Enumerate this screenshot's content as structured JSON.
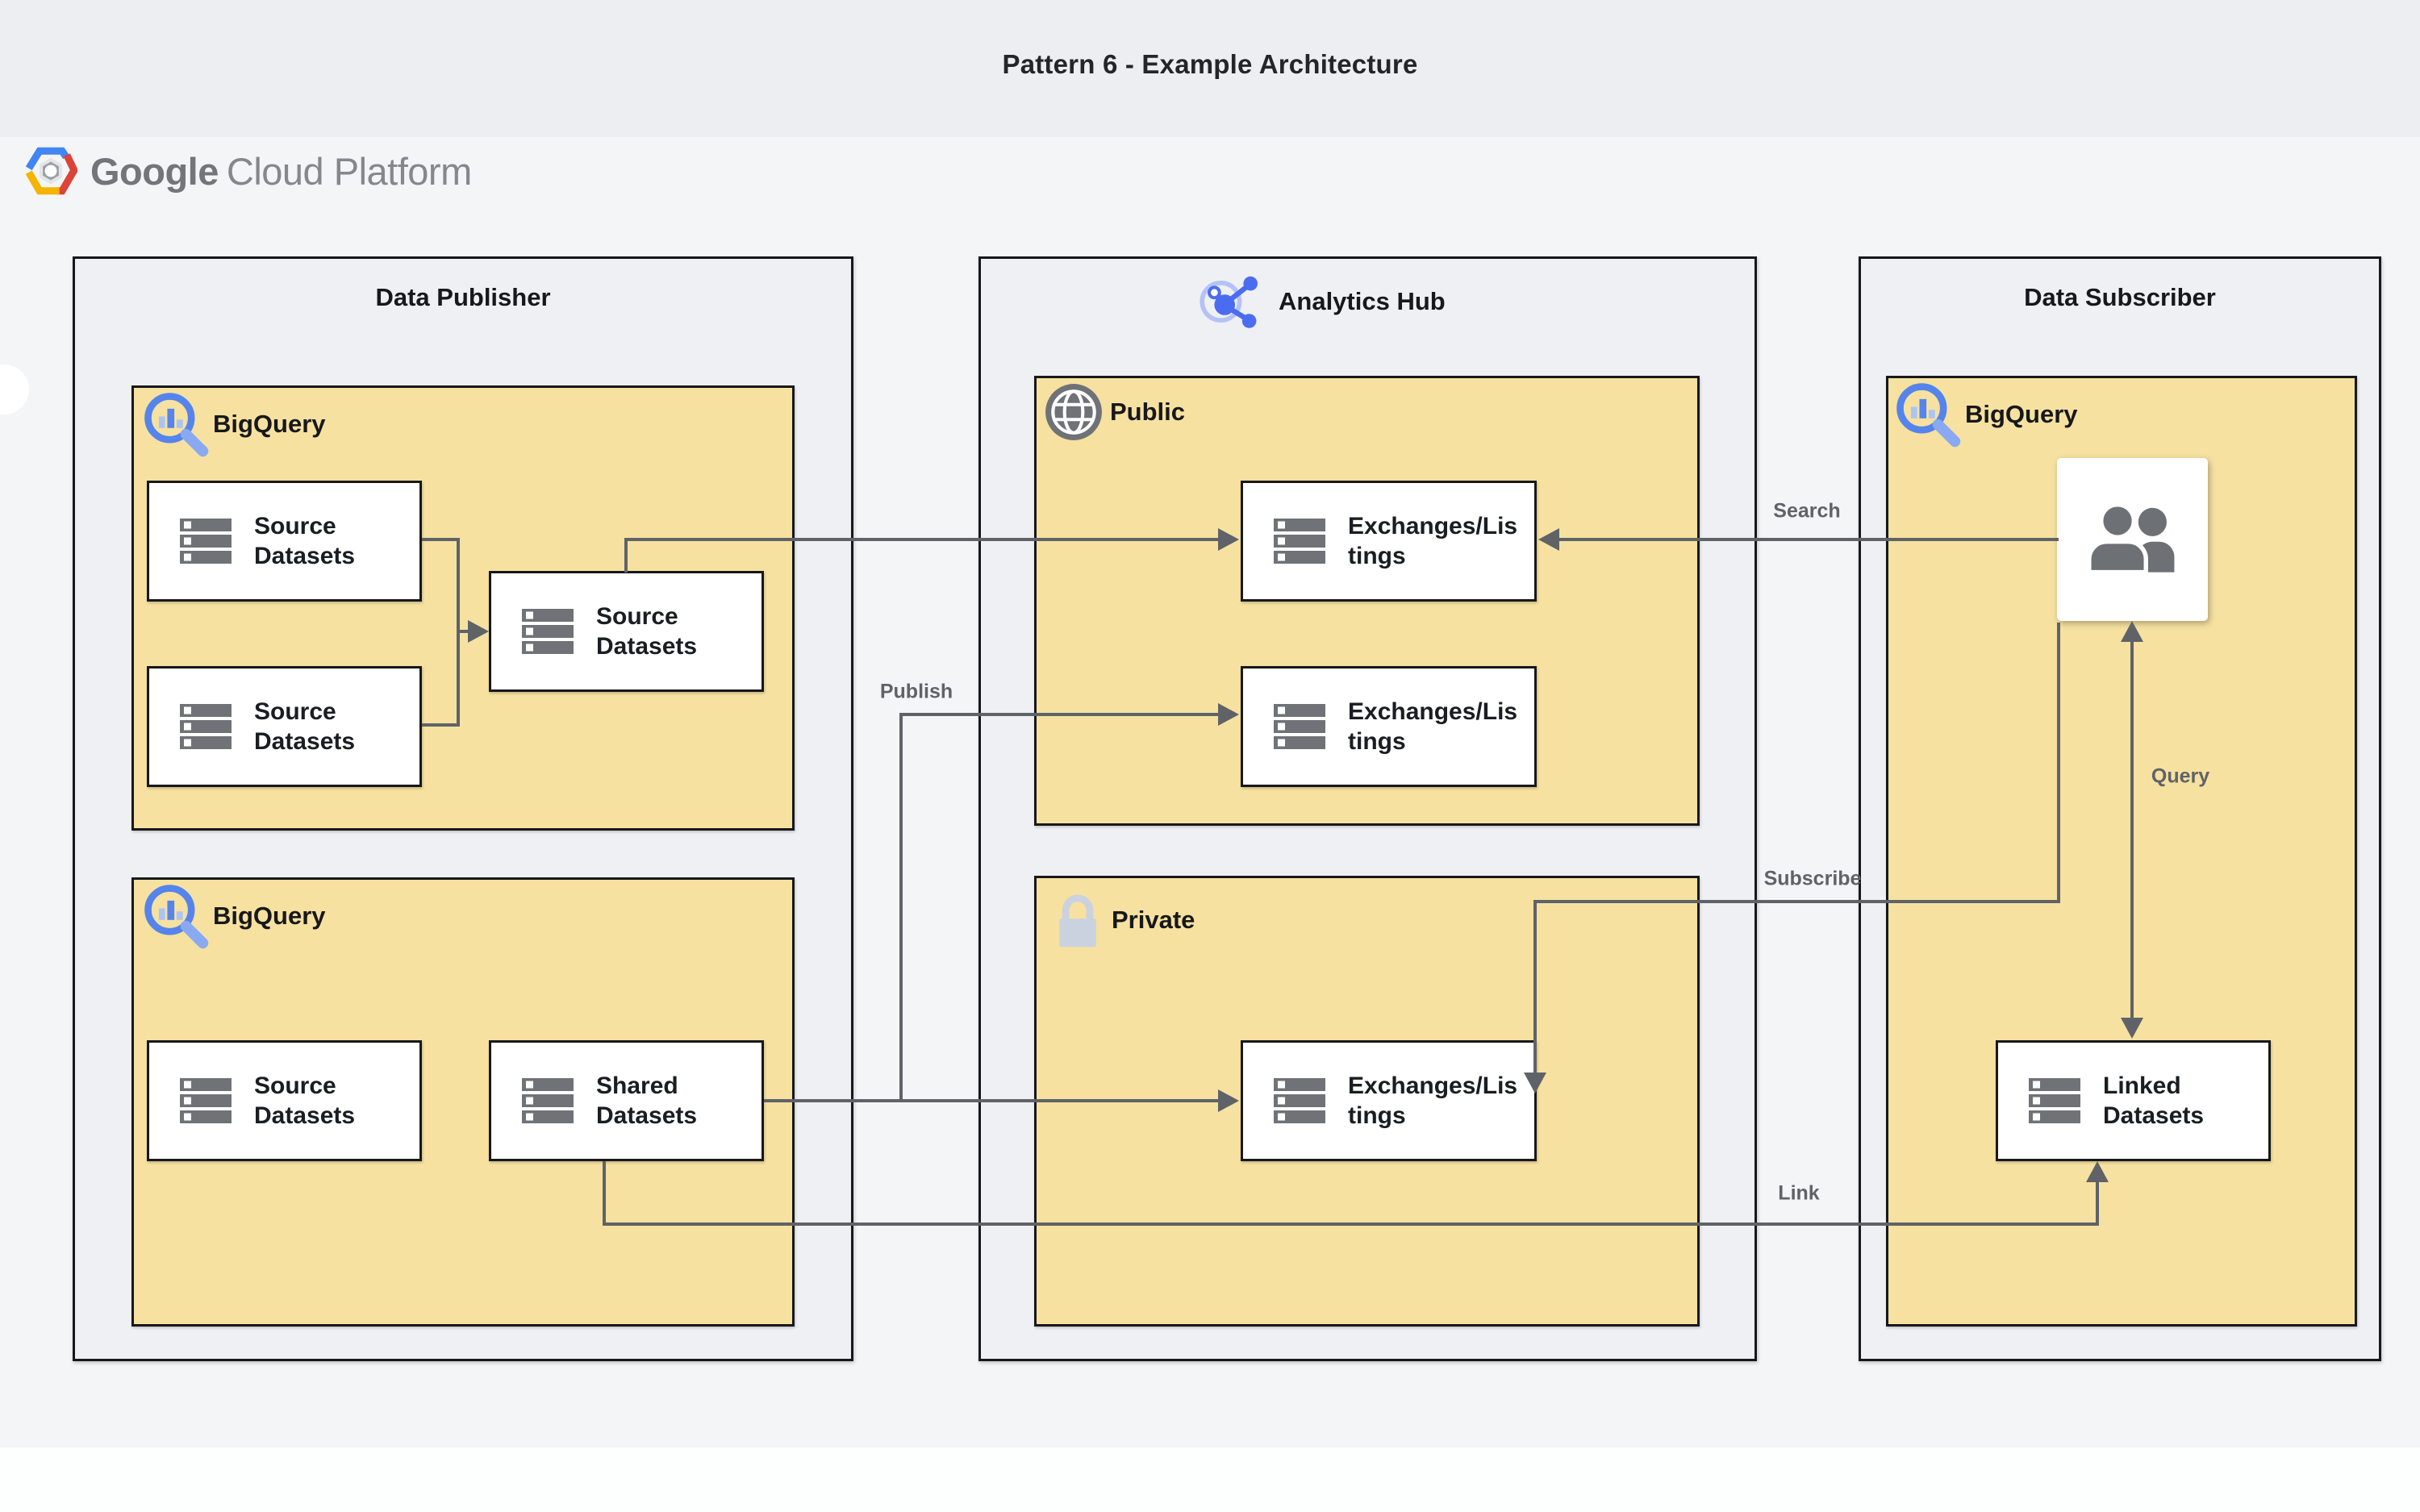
{
  "header": {
    "title": "Pattern 6 - Example Architecture"
  },
  "logo": {
    "brand": "Google",
    "product": "Cloud Platform"
  },
  "sections": {
    "publisher": {
      "title": "Data Publisher"
    },
    "hub": {
      "title": "Analytics Hub"
    },
    "subscriber": {
      "title": "Data Subscriber"
    }
  },
  "panels": {
    "publisher_bigquery_top": {
      "label": "BigQuery"
    },
    "publisher_bigquery_bottom": {
      "label": "BigQuery"
    },
    "hub_public": {
      "label": "Public"
    },
    "hub_private": {
      "label": "Private"
    },
    "subscriber_bigquery": {
      "label": "BigQuery"
    }
  },
  "boxes": {
    "source_a": {
      "lines": [
        "Source",
        "Datasets"
      ]
    },
    "source_b": {
      "lines": [
        "Source",
        "Datasets"
      ]
    },
    "source_c": {
      "lines": [
        "Source",
        "Datasets"
      ]
    },
    "source_d": {
      "lines": [
        "Source",
        "Datasets"
      ]
    },
    "shared": {
      "lines": [
        "Shared",
        "Datasets"
      ]
    },
    "exchanges_public_1": {
      "lines": [
        "Exchanges/Lis",
        "tings"
      ]
    },
    "exchanges_public_2": {
      "lines": [
        "Exchanges/Lis",
        "tings"
      ]
    },
    "exchanges_private": {
      "lines": [
        "Exchanges/Lis",
        "tings"
      ]
    },
    "linked": {
      "lines": [
        "Linked",
        "Datasets"
      ]
    }
  },
  "connectors": {
    "publish": "Publish",
    "search": "Search",
    "subscribe": "Subscribe",
    "query": "Query",
    "link": "Link"
  },
  "icons": [
    "gcp-hexagon-icon",
    "bigquery-icon",
    "analytics-hub-icon",
    "globe-icon",
    "lock-icon",
    "users-icon",
    "datasets-icon"
  ],
  "colors": {
    "accent_blue": "#5584ec",
    "panel_yellow": "#f6e1a0",
    "line_gray": "#5f6368",
    "box_border": "#17181b",
    "band_gray": "#eceef1",
    "page_gray": "#f4f5f6"
  }
}
